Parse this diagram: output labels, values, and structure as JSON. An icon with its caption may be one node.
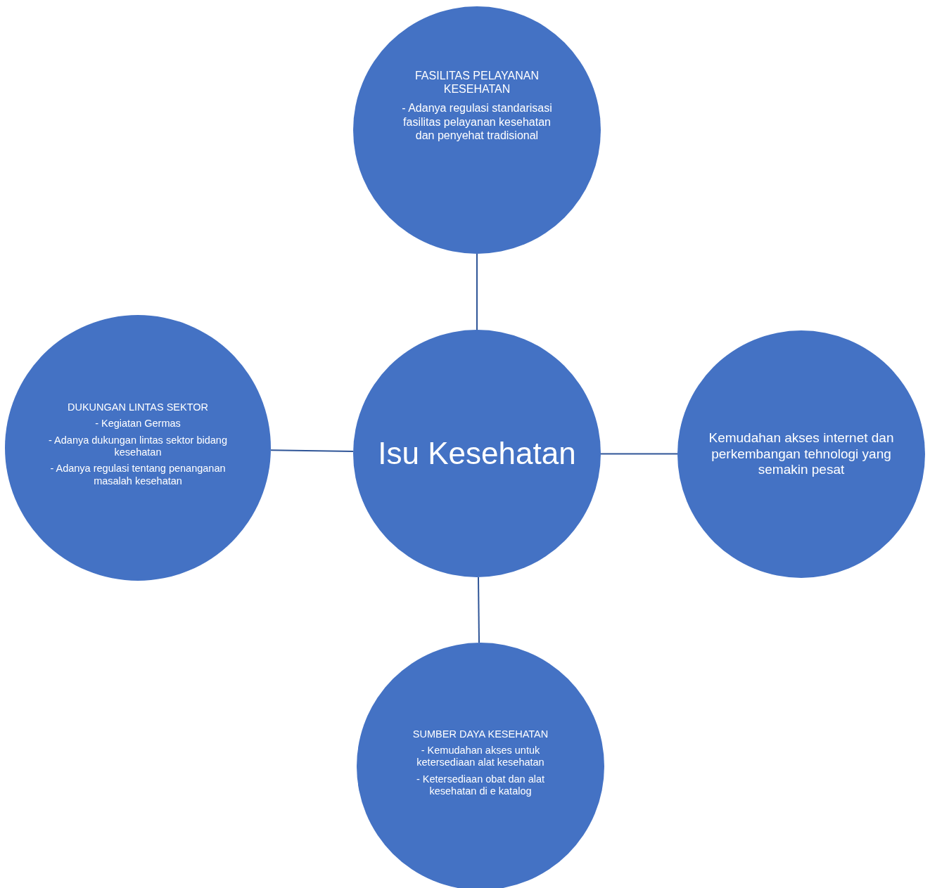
{
  "diagram": {
    "nodes": [
      {
        "text": [
          "FASILITAS PELAYANAN KESEHATAN",
          "- Adanya regulasi standarisasi fasilitas pelayanan kesehatan dan penyehat tradisional"
        ]
      },
      {
        "text": [
          "DUKUNGAN LINTAS SEKTOR",
          "-  Kegiatan Germas",
          "- Adanya dukungan lintas sektor bidang kesehatan",
          "- Adanya regulasi tentang penanganan masalah kesehatan"
        ]
      },
      {
        "text": [
          "Isu Kesehatan"
        ]
      },
      {
        "text": [
          "Kemudahan akses internet dan perkembangan tehnologi yang semakin pesat"
        ]
      },
      {
        "text": [
          "SUMBER DAYA KESEHATAN",
          "- Kemudahan akses untuk ketersediaan alat kesehatan",
          "- Ketersediaan obat dan alat kesehatan di e katalog"
        ]
      }
    ],
    "edges": [
      {
        "from": 0,
        "to": 2,
        "arrow": "none"
      },
      {
        "from": 1,
        "to": 2,
        "arrow": "none"
      },
      {
        "from": 2,
        "to": 3,
        "arrow": "none"
      },
      {
        "from": 2,
        "to": 4,
        "arrow": "none"
      }
    ]
  }
}
